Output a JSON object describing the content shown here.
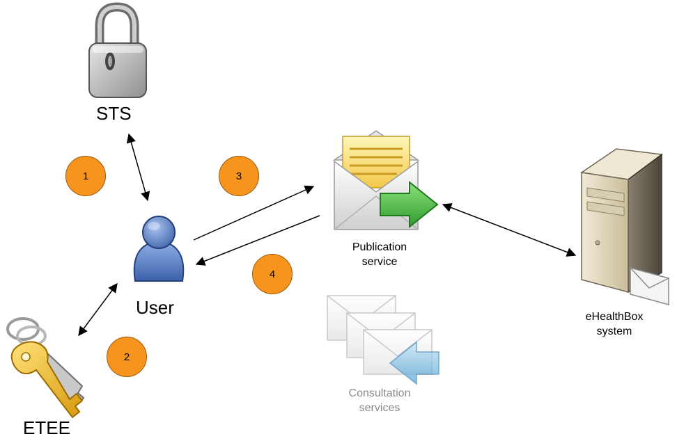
{
  "nodes": {
    "sts": {
      "label": "STS",
      "icon": "padlock-icon"
    },
    "user": {
      "label": "User",
      "icon": "user-icon"
    },
    "etee": {
      "label": "ETEE",
      "icon": "keys-icon"
    },
    "publication": {
      "label_line1": "Publication",
      "label_line2": "service",
      "icon": "open-envelope-send-icon"
    },
    "consultation": {
      "label_line1": "Consultation",
      "label_line2": "services",
      "icon": "envelope-stack-receive-icon"
    },
    "ehealthbox": {
      "label_line1": "eHealthBox",
      "label_line2": "system",
      "icon": "server-tower-icon"
    }
  },
  "steps": [
    "1",
    "2",
    "3",
    "4"
  ],
  "colors": {
    "step_badge": "#f7941d",
    "user_blue": "#5b7fc4",
    "send_arrow_green": "#3fb03f",
    "receive_arrow_blue": "#5aa9d6",
    "key_gold": "#e8b321"
  },
  "edges": [
    {
      "from": "sts",
      "to": "user",
      "direction": "both",
      "step": "1"
    },
    {
      "from": "etee",
      "to": "user",
      "direction": "both",
      "step": "2"
    },
    {
      "from": "user",
      "to": "publication",
      "direction": "forward",
      "step": "3"
    },
    {
      "from": "publication",
      "to": "user",
      "direction": "forward",
      "step": "4"
    },
    {
      "from": "publication",
      "to": "ehealthbox",
      "direction": "both"
    }
  ]
}
